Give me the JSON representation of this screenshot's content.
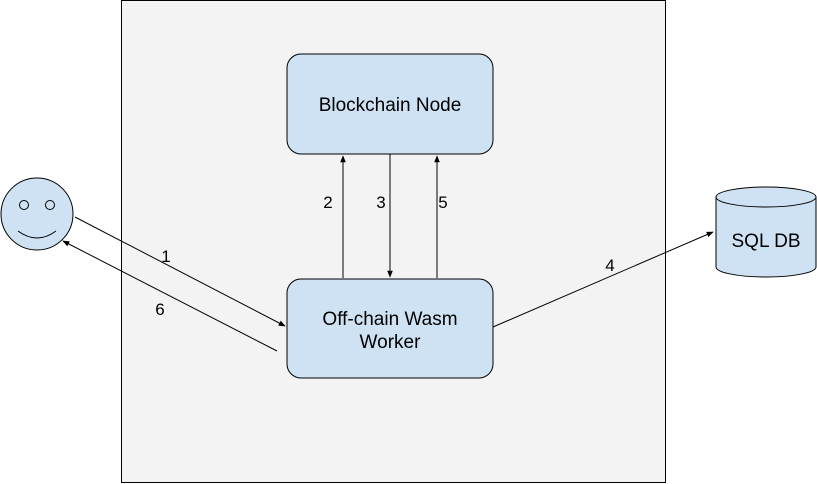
{
  "diagram": {
    "nodes": {
      "blockchain_node": {
        "label": "Blockchain Node"
      },
      "worker": {
        "line1": "Off-chain Wasm",
        "line2": "Worker"
      },
      "sql_db": {
        "label": "SQL DB"
      },
      "user": {
        "icon": "smiley-face-icon"
      }
    },
    "edges": {
      "e1": "1",
      "e2": "2",
      "e3": "3",
      "e4": "4",
      "e5": "5",
      "e6": "6"
    },
    "colors": {
      "node_fill": "#cfe2f3",
      "node_stroke": "#000000",
      "container_fill": "#f3f3f3",
      "line": "#000000"
    }
  }
}
